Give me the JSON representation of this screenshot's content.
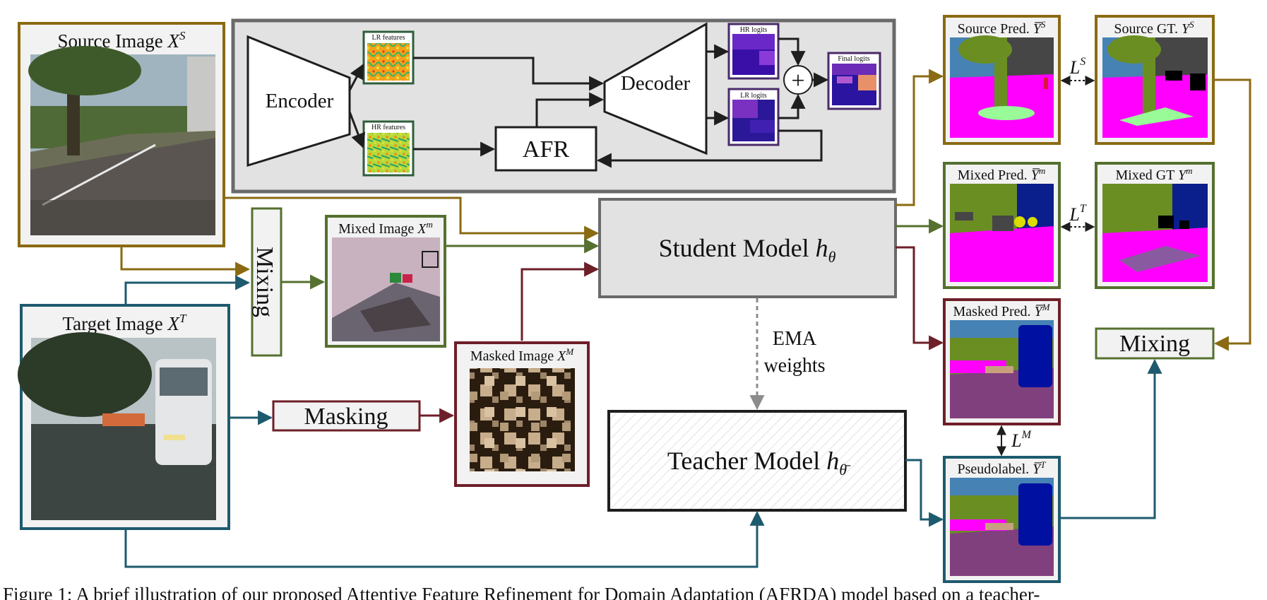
{
  "colors": {
    "source": "#8a6a12",
    "target": "#1e5a6e",
    "mixed": "#55702f",
    "masked": "#6e1f28",
    "dark": "#1e1e1e",
    "panel": "#e2e2e2",
    "frame": "#6a6a6a",
    "ema": "#8c8c8c",
    "afr_feat": "#2f5e3a",
    "logits_frame": "#4a2a6a"
  },
  "inputs": {
    "source_image": {
      "label": "Source Image",
      "symbol": "X",
      "sup": "S"
    },
    "target_image": {
      "label": "Target Image",
      "symbol": "X",
      "sup": "T"
    },
    "mixed_image": {
      "label": "Mixed Image",
      "symbol": "X",
      "sup": "m"
    },
    "masked_image": {
      "label": "Masked Image",
      "symbol": "X",
      "sup": "M"
    }
  },
  "ops": {
    "mixing_left": "Mixing",
    "masking": "Masking",
    "mixing_right": "Mixing"
  },
  "afr_panel": {
    "encoder": "Encoder",
    "decoder": "Decoder",
    "afr": "AFR",
    "plus": "+",
    "lr_features": "LR features",
    "hr_features": "HR features",
    "hr_logits": "HR logits",
    "lr_logits": "LR logits",
    "final_logits": "Final logits"
  },
  "models": {
    "student": {
      "label": "Student Model",
      "symbol": "h",
      "sub": "θ"
    },
    "teacher": {
      "label": "Teacher Model",
      "symbol": "h",
      "sub": "θ̄"
    },
    "ema_line1": "EMA",
    "ema_line2": "weights"
  },
  "outputs": {
    "source_pred": {
      "label": "Source Pred.",
      "symbol": "Y̅",
      "sup": "S"
    },
    "source_gt": {
      "label": "Source GT.",
      "symbol": "Y",
      "sup": "S"
    },
    "mixed_pred": {
      "label": "Mixed Pred.",
      "symbol": "Y̅",
      "sup": "m"
    },
    "mixed_gt": {
      "label": "Mixed GT",
      "symbol": "Y",
      "sup": "m"
    },
    "masked_pred": {
      "label": "Masked Pred.",
      "symbol": "Y̅",
      "sup": "M"
    },
    "pseudolabel": {
      "label": "Pseudolabel.",
      "symbol": "Y̅",
      "sup": "T"
    }
  },
  "losses": {
    "ls": {
      "symbol": "L",
      "sup": "S"
    },
    "lt": {
      "symbol": "L",
      "sup": "T"
    },
    "lm": {
      "symbol": "L",
      "sup": "M"
    }
  },
  "caption": "Figure 1: A brief illustration of our proposed Attentive Feature Refinement for Domain Adaptation (AFRDA) model based on a teacher-"
}
